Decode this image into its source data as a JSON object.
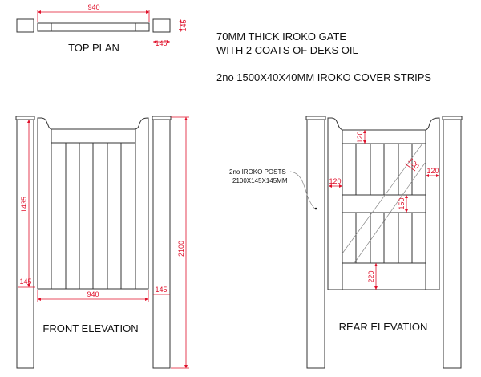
{
  "notes": {
    "line1": "70MM THICK IROKO GATE",
    "line2": "WITH 2 COATS OF DEKS OIL",
    "line3": "2no  1500X40X40MM IROKO COVER STRIPS"
  },
  "top_plan": {
    "title": "TOP PLAN",
    "width_dim": "940",
    "post_depth_dim": "145",
    "post_width_dim": "145"
  },
  "front_elevation": {
    "title": "FRONT ELEVATION",
    "height_dim": "1435",
    "post_height_dim": "2100",
    "gate_width_dim": "940",
    "left_post_dim": "145",
    "right_post_dim": "145"
  },
  "rear_elevation": {
    "title": "REAR ELEVATION",
    "post_label_1": "2no  IROKO POSTS",
    "post_label_2": "2100X145X145MM",
    "top_rail_dim": "120",
    "brace_dim": "120",
    "left_stile_dim": "120",
    "right_stile_dim": "120",
    "mid_rail_dim": "150",
    "bottom_rail_dim": "220"
  },
  "colors": {
    "dimension": "#e0102a",
    "line": "#333333"
  }
}
